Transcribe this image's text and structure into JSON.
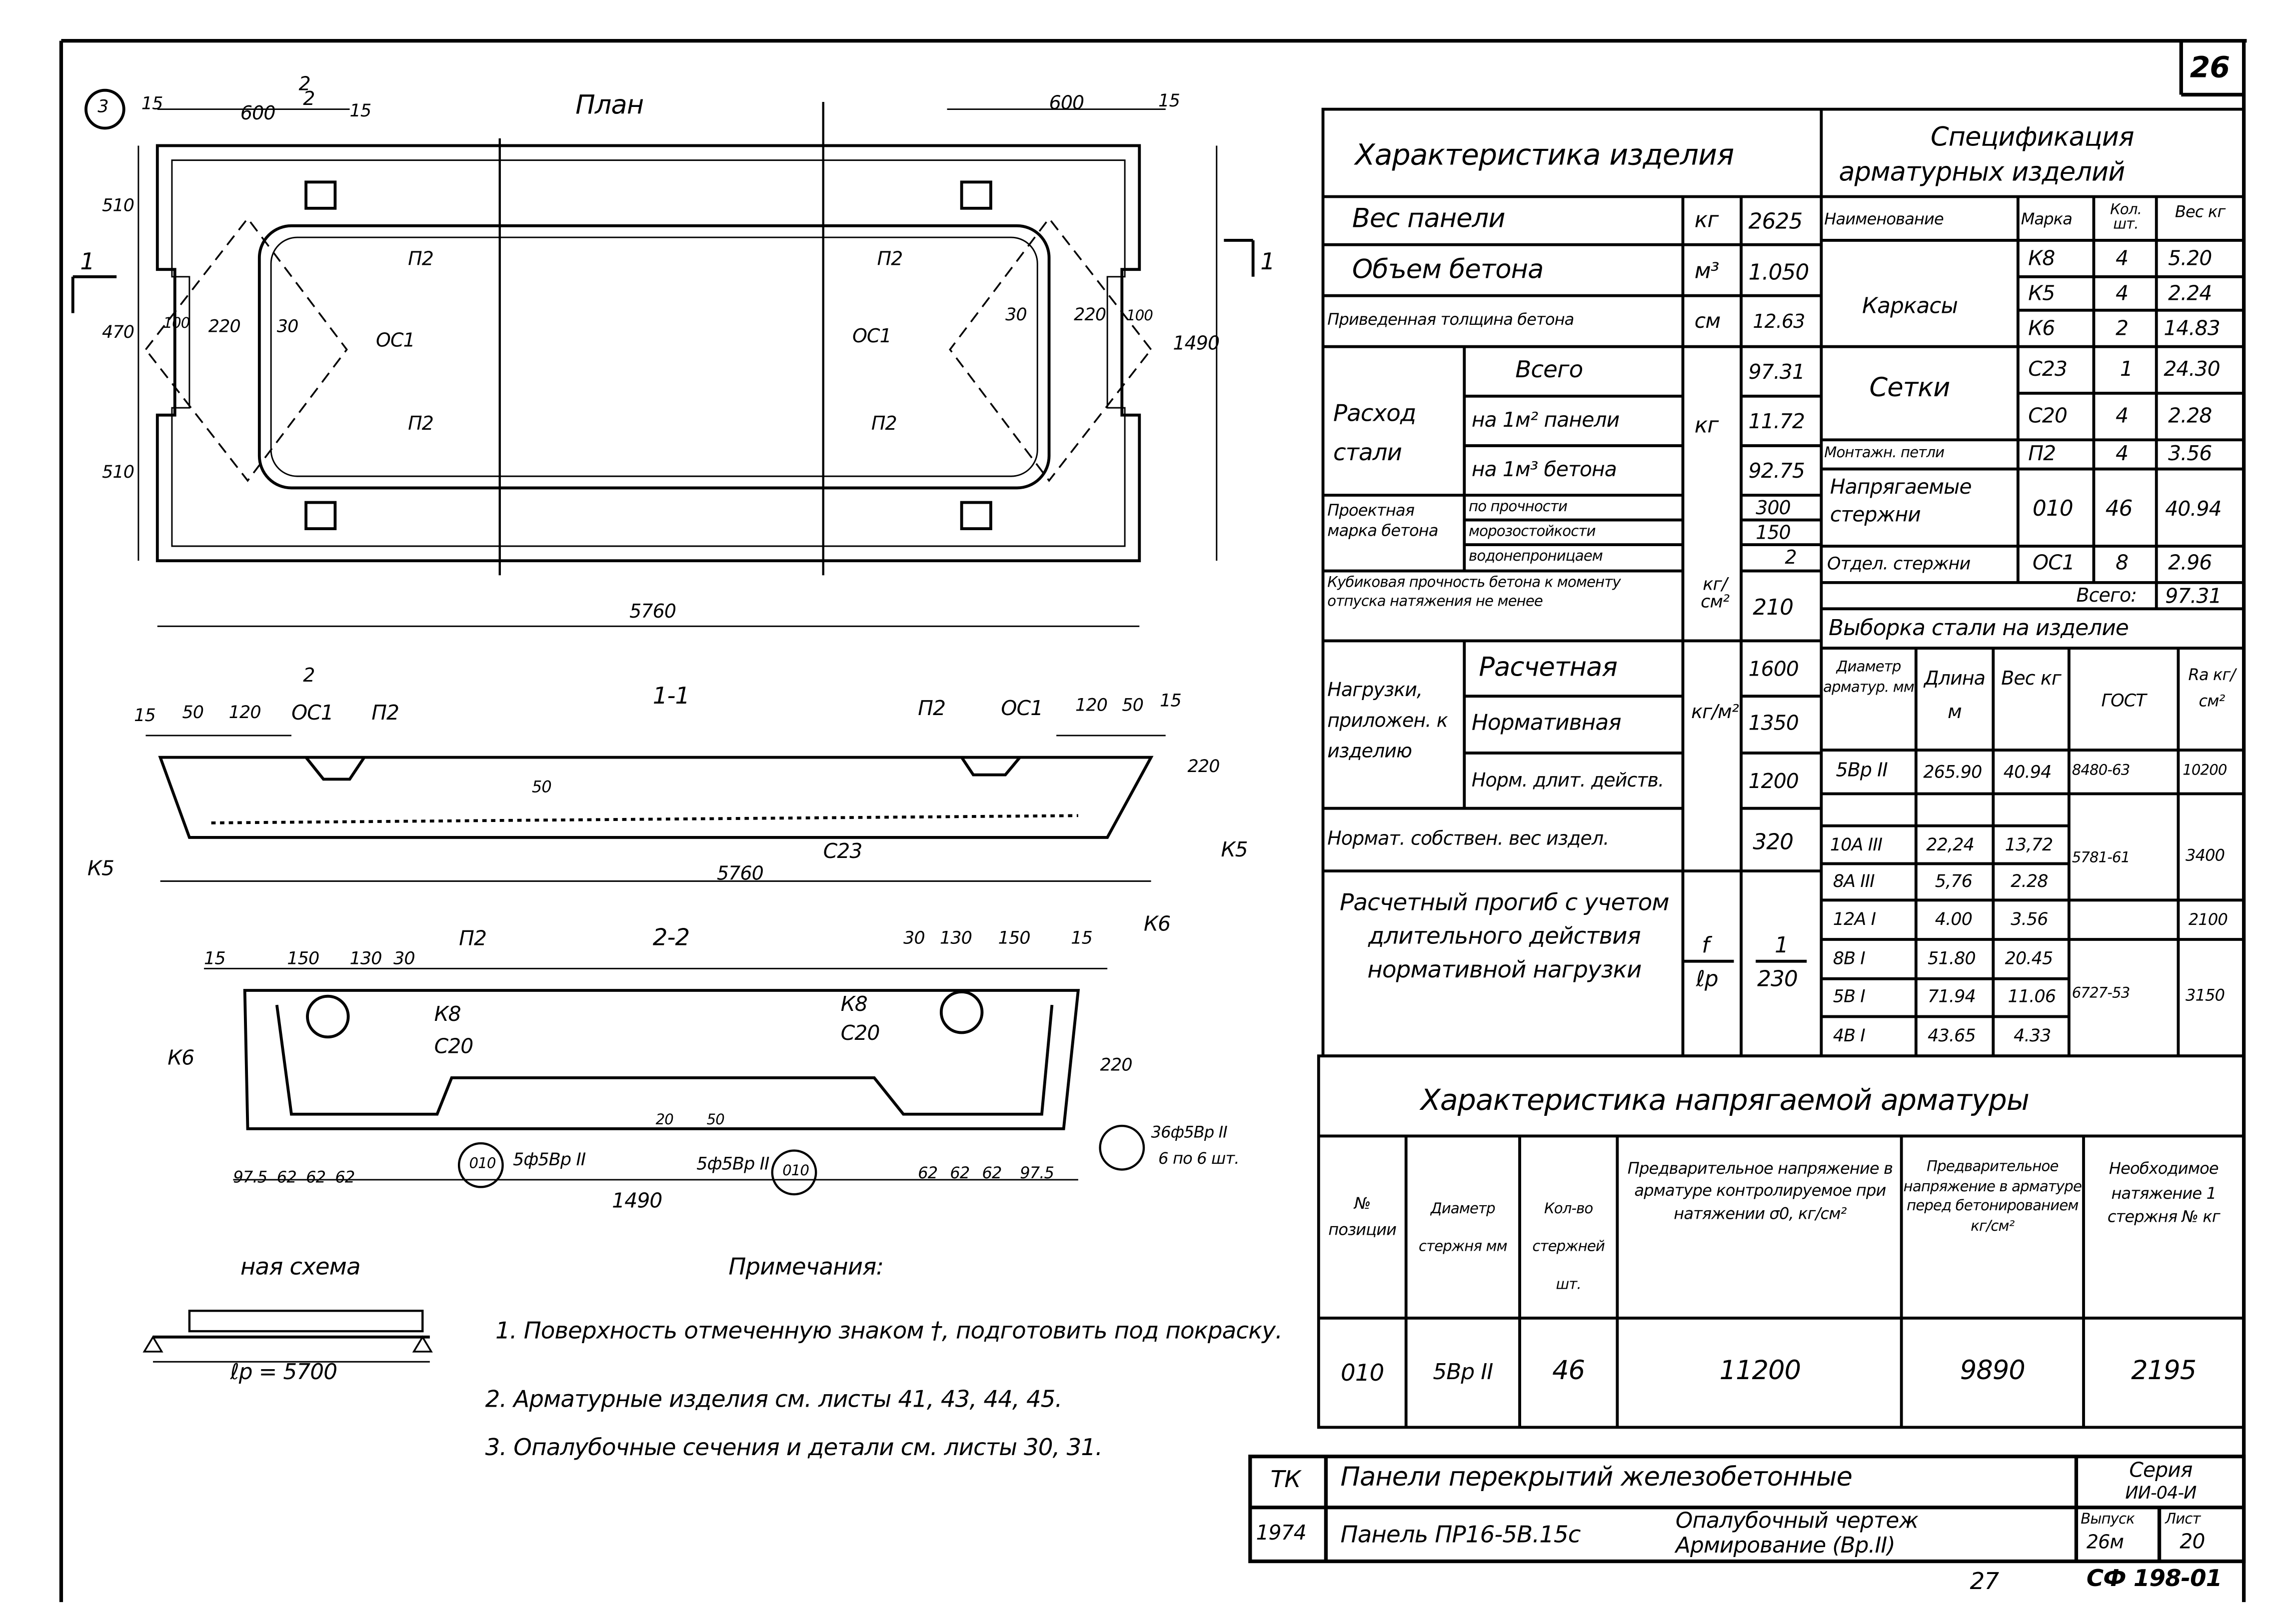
{
  "sheet_number": "26",
  "page_footer": {
    "number": "27",
    "code": "СФ 198-01"
  },
  "product_characteristics": {
    "title": "Характеристика изделия",
    "rows": [
      {
        "label": "Вес панели",
        "unit": "кг",
        "value": "2625"
      },
      {
        "label": "Объем бетона",
        "unit": "м³",
        "value": "1.050"
      },
      {
        "label": "Приведенная толщина бетона",
        "unit": "см",
        "value": "12.63"
      }
    ],
    "steel": {
      "label": "Расход стали",
      "unit": "кг",
      "rows": [
        {
          "label": "Всего",
          "value": "97.31"
        },
        {
          "label": "на 1м² панели",
          "value": "11.72"
        },
        {
          "label": "на 1м³ бетона",
          "value": "92.75"
        }
      ]
    },
    "grade": {
      "label": "Проектная марка бетона",
      "unit": "кг/см²",
      "rows": [
        {
          "label": "по прочности",
          "value": "300"
        },
        {
          "label": "морозостойкости",
          "value": "150"
        },
        {
          "label": "водонепроницаем",
          "value": "2"
        }
      ]
    },
    "cube": {
      "label": "Кубиковая прочность бетона к моменту отпуска натяжения не менее",
      "value": "210"
    },
    "loads": {
      "label": "Нагрузки, приложен. к изделию",
      "unit": "кг/м²",
      "rows": [
        {
          "label": "Расчетная",
          "value": "1600"
        },
        {
          "label": "Нормативная",
          "value": "1350"
        },
        {
          "label": "Норм. длит. действ.",
          "value": "1200"
        }
      ]
    },
    "self_weight": {
      "label": "Нормат. собствен. вес издел.",
      "value": "320"
    },
    "deflection": {
      "label": "Расчетный прогиб с учетом длительного действия нормативной нагрузки",
      "unit_top": "f",
      "unit_bottom": "ℓр",
      "value_top": "1",
      "value_bottom": "230"
    }
  },
  "spec": {
    "title_line1": "Спецификация",
    "title_line2": "арматурных изделий",
    "headers": [
      "Наименование",
      "Марка",
      "Кол. шт.",
      "Вес кг"
    ],
    "groups": [
      {
        "name": "Каркасы",
        "items": [
          {
            "mark": "К8",
            "qty": "4",
            "weight": "5.20"
          },
          {
            "mark": "К5",
            "qty": "4",
            "weight": "2.24"
          },
          {
            "mark": "К6",
            "qty": "2",
            "weight": "14.83"
          }
        ]
      },
      {
        "name": "Сетки",
        "items": [
          {
            "mark": "С23",
            "qty": "1",
            "weight": "24.30"
          },
          {
            "mark": "С20",
            "qty": "4",
            "weight": "2.28"
          }
        ]
      },
      {
        "name": "Монтажн. петли",
        "items": [
          {
            "mark": "П2",
            "qty": "4",
            "weight": "3.56"
          }
        ]
      },
      {
        "name": "Напрягаемые стержни",
        "items": [
          {
            "mark": "010",
            "qty": "46",
            "weight": "40.94"
          }
        ]
      },
      {
        "name": "Отдел. стержни",
        "items": [
          {
            "mark": "ОС1",
            "qty": "8",
            "weight": "2.96"
          }
        ]
      }
    ],
    "total_label": "Всего:",
    "total": "97.31"
  },
  "steel_selection": {
    "title": "Выборка стали на изделие",
    "headers": [
      "Диаметр арматур. мм",
      "Длина м",
      "Вес кг",
      "ГОСТ",
      "Ra кг/см²"
    ],
    "rows": [
      {
        "dia": "5Вр II",
        "len": "265.90",
        "wt": "40.94"
      },
      {
        "dia": "10А III",
        "len": "22,24",
        "wt": "13,72"
      },
      {
        "dia": "8А III",
        "len": "5,76",
        "wt": "2.28"
      },
      {
        "dia": "12А I",
        "len": "4.00",
        "wt": "3.56"
      },
      {
        "dia": "8В I",
        "len": "51.80",
        "wt": "20.45"
      },
      {
        "dia": "5В I",
        "len": "71.94",
        "wt": "11.06"
      },
      {
        "dia": "4В I",
        "len": "43.65",
        "wt": "4.33"
      }
    ],
    "gost": [
      "8480-63",
      "5781-61",
      "6727-53"
    ],
    "ra": [
      "10200",
      "3400",
      "2100",
      "3150"
    ]
  },
  "prestress": {
    "title": "Характеристика напрягаемой арматуры",
    "headers": [
      "№ позиции",
      "Диаметр стержня мм",
      "Кол-во стержней шт.",
      "Предварительное напряжение в арматуре контролируемое при натяжении σ0, кг/см²",
      "Предварительное напряжение в арматуре перед бетонированием кг/см²",
      "Необходимое натяжение 1 стержня № кг"
    ],
    "row": [
      "010",
      "5Вр II",
      "46",
      "11200",
      "9890",
      "2195"
    ]
  },
  "notes": {
    "title": "Примечания:",
    "items": [
      "1. Поверхность отмеченную знаком †, подготовить под покраску.",
      "2. Арматурные изделия см. листы 41, 43, 44, 45.",
      "3. Опалубочные сечения и детали см. листы 30, 31."
    ]
  },
  "title_block": {
    "org": "ТК",
    "year": "1974",
    "title": "Панели перекрытий железобетонные",
    "product": "Панель ПР16-5В.15с",
    "sheet_title_line1": "Опалубочный чертеж",
    "sheet_title_line2": "Армирование (Вр.II)",
    "series_label": "Серия",
    "series": "ИИ-04-И",
    "issue_label": "Выпуск",
    "issue": "26м",
    "sheet_label": "Лист",
    "sheet": "20"
  },
  "drawing": {
    "plan_title": "План",
    "plan_labels": [
      "600",
      "2",
      "15",
      "15",
      "600",
      "15",
      "510",
      "470",
      "510",
      "1490",
      "5760",
      "П2",
      "П2",
      "П2",
      "П2",
      "ОС1",
      "ОС1",
      "100",
      "220",
      "30",
      "30",
      "220",
      "100",
      "1",
      "1",
      "2",
      "2",
      "3"
    ],
    "section1_title": "1-1",
    "section1_labels": [
      "15",
      "50",
      "120",
      "ОС1",
      "П2",
      "П2",
      "ОС1",
      "120",
      "50",
      "15",
      "50",
      "220",
      "К5",
      "К5",
      "С23",
      "5760"
    ],
    "section2_title": "2-2",
    "section2_labels": [
      "15",
      "150",
      "130",
      "30",
      "П2",
      "К8",
      "С20",
      "К6",
      "К6",
      "К8",
      "С20",
      "30",
      "130",
      "150",
      "15",
      "220",
      "20",
      "50",
      "5ф5Вр II",
      "5ф5Вр II",
      "010",
      "010",
      "36ф5Вр II",
      "6 по 6 шт.",
      "97.5",
      "62",
      "62",
      "62",
      "62",
      "62",
      "62",
      "97.5",
      "1490"
    ],
    "scheme_title": "ная схема",
    "scheme_span": "ℓр = 5700"
  }
}
